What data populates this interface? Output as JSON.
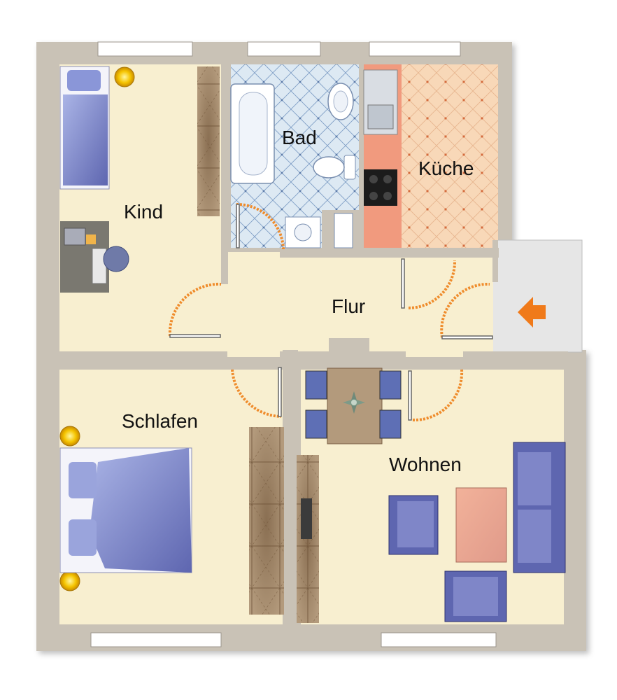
{
  "rooms": {
    "kind": "Kind",
    "bad": "Bad",
    "kueche": "Küche",
    "flur": "Flur",
    "schlafen": "Schlafen",
    "wohnen": "Wohnen"
  },
  "colors": {
    "wall": "#c9c2b6",
    "floor": "#f8efd0",
    "tile": "#dde9f3",
    "kitchen_floor": "#f8d8b8",
    "counter": "#f19a7e",
    "furniture_blue": "#6b6fb8",
    "wardrobe": "#a08566",
    "door_swing": "#ef8c2c",
    "entrance_arrow": "#f07a1a",
    "lamp": "#f5c400"
  },
  "icons": {
    "entrance": "entrance-arrow-icon",
    "lamp": "lamp-icon",
    "plant": "plant-icon"
  }
}
